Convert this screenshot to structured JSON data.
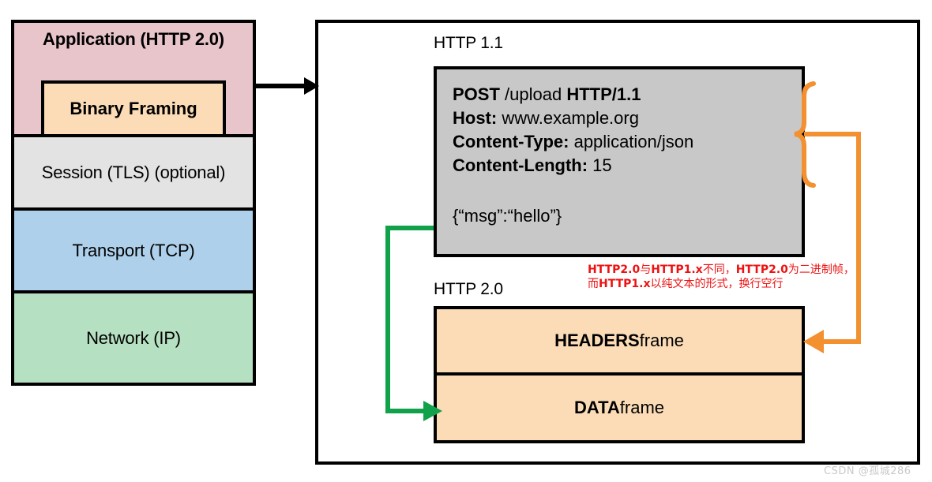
{
  "stack": {
    "layers": [
      {
        "label": "Application (HTTP 2.0)",
        "color": "#e8c4cb"
      },
      {
        "label": "Session (TLS) (optional)",
        "color": "#e3e3e3"
      },
      {
        "label": "Transport (TCP)",
        "color": "#aed0ea"
      },
      {
        "label": "Network (IP)",
        "color": "#b6e0c2"
      }
    ],
    "inner_box": {
      "label": "Binary Framing",
      "color": "#fbdcb6"
    }
  },
  "panel": {
    "http11": {
      "caption": "HTTP 1.1",
      "lines": [
        {
          "bold": "POST",
          "plain": " /upload ",
          "bold2": "HTTP/1.1"
        },
        {
          "bold": "Host:",
          "plain": " www.example.org"
        },
        {
          "bold": "Content-Type:",
          "plain": " application/json"
        },
        {
          "bold": "Content-Length:",
          "plain": " 15"
        }
      ],
      "body": "{“msg”:“hello”}",
      "box_color": "#c8c8c8"
    },
    "http20": {
      "caption": "HTTP 2.0",
      "frames": [
        {
          "bold": "HEADERS",
          "plain": " frame"
        },
        {
          "bold": "DATA",
          "plain": " frame"
        }
      ],
      "frame_color": "#fbdcb6"
    },
    "annotation": {
      "line1_a": "HTTP2.0",
      "line1_b": "与",
      "line1_c": "HTTP1.x",
      "line1_d": "不同，",
      "line1_e": "HTTP2.0",
      "line1_f": "为二进制帧，",
      "line2_a": "而",
      "line2_b": "HTTP1.x",
      "line2_c": "以纯文本的形式，换行空行",
      "color": "#ee1111"
    }
  },
  "connectors": {
    "headers_brace_color": "#f39030",
    "body_line_color": "#12a14b",
    "stack_arrow_color": "#000000"
  },
  "watermark": "CSDN @孤城286"
}
